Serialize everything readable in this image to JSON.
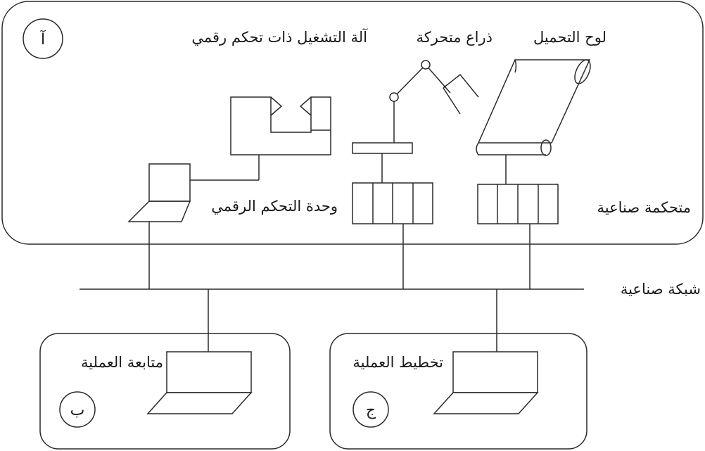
{
  "zones": {
    "a": {
      "marker": "آ"
    },
    "b": {
      "marker": "ب",
      "label": "متابعة العملية"
    },
    "c": {
      "marker": "ج",
      "label": "تخطيط العملية"
    }
  },
  "labels": {
    "conveyor": "لوح التحميل",
    "robot_arm": "ذراع متحركة",
    "cnc_machine": "آلة التشغيل ذات تحكم رقمي",
    "cnc_unit": "وحدة التحكم الرقمي",
    "plc": "متحكمة صناعية",
    "network": "شبكة صناعية"
  }
}
